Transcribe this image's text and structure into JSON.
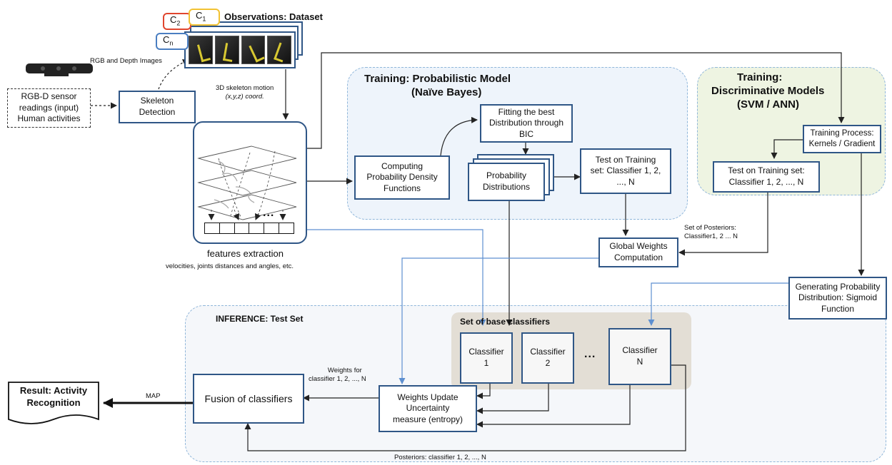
{
  "dataset": {
    "title": "Observations: Dataset",
    "class_tags": [
      {
        "base": "C",
        "sub": "2",
        "color": "#e0452e"
      },
      {
        "base": "C",
        "sub": "1",
        "color": "#f2c233"
      },
      {
        "base": "C",
        "sub": "n",
        "color": "#4a7ec1"
      }
    ]
  },
  "input": {
    "rgbd_label": "RGB and Depth Images",
    "sensor_text": [
      "RGB-D sensor",
      "readings (input)",
      "Human activities"
    ],
    "skeleton_detection": [
      "Skeleton",
      "Detection"
    ],
    "motion_label": [
      "3D skeleton motion",
      "(x,y,z) coord."
    ]
  },
  "features": {
    "dots": "...",
    "title": "features extraction",
    "subtitle": "velocities, joints distances and angles, etc."
  },
  "probabilistic": {
    "title": [
      "Training: Probabilistic Model",
      "(Naïve Bayes)"
    ],
    "computing_pdf": [
      "Computing",
      "Probability Density",
      "Functions"
    ],
    "fitting": [
      "Fitting the best",
      "Distribution through",
      "BIC"
    ],
    "distributions": [
      "Probability",
      "Distributions"
    ],
    "test": [
      "Test on Training",
      "set: Classifier 1, 2,",
      "..., N"
    ]
  },
  "discriminative": {
    "title": [
      "Training:",
      "Discriminative Models",
      "(SVM / ANN)"
    ],
    "training_process": [
      "Training Process:",
      "Kernels / Gradient"
    ],
    "test": [
      "Test on Training set:",
      "Classifier 1, 2, ..., N"
    ]
  },
  "global": {
    "posteriors_label": [
      "Set of Posteriors:",
      "Classifier1, 2 ... N"
    ],
    "weights": [
      "Global Weights",
      "Computation"
    ],
    "sigmoid": [
      "Generating Probability",
      "Distribution: Sigmoid",
      "Function"
    ]
  },
  "inference": {
    "title": "INFERENCE: Test Set",
    "base_title": "Set of base classifiers",
    "classifiers": [
      {
        "name": "Classifier",
        "id": "1"
      },
      {
        "name": "Classifier",
        "id": "2"
      },
      {
        "name": "Classifier",
        "id": "N"
      }
    ],
    "ellipsis": "...",
    "fusion": "Fusion of classifiers",
    "weights_for": [
      "Weights for",
      "classifier 1, 2, ..., N"
    ],
    "update": [
      "Weights Update",
      "Uncertainty",
      "measure (entropy)"
    ],
    "posteriors": "Posteriors: classifier 1, 2, ..., N",
    "map": "MAP",
    "result": [
      "Result: Activity",
      "Recognition"
    ]
  },
  "colors": {
    "box_border": "#2f5686",
    "arrow_blue": "#5d8fd0",
    "region_border": "#8fb6da",
    "probabilistic_bg": "#eef4fb",
    "discriminative_bg": "#eef4e2",
    "inference_bg": "#f5f7fa",
    "base_bg": "#e3ded5"
  }
}
